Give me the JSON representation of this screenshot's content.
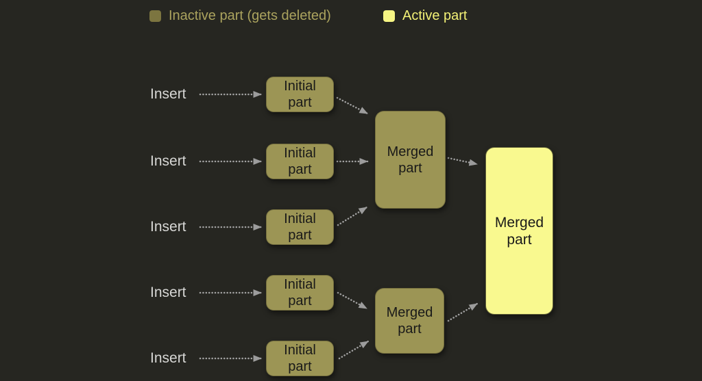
{
  "legend": {
    "items": [
      {
        "label": "Inactive part (gets deleted)",
        "swatch_color": "#7c7540",
        "text_color": "#aba35e"
      },
      {
        "label": "Active part",
        "swatch_color": "#f6f584",
        "text_color": "#f3f176"
      }
    ]
  },
  "diagram": {
    "insert_label": "Insert",
    "initial_part": {
      "line1": "Initial",
      "line2": "part"
    },
    "merged_part": {
      "line1": "Merged",
      "line2": "part"
    }
  },
  "colors": {
    "background": "#262621",
    "inactive_part_fill": "#9c9555",
    "active_part_fill": "#f9f98f",
    "inactive_legend_swatch": "#7c7540",
    "active_legend_swatch": "#f6f584",
    "inactive_text": "#aba35e",
    "active_text": "#f3f176",
    "insert_text": "#d7d7d5",
    "box_text": "#191919",
    "arrow": "#a3a3a3"
  }
}
